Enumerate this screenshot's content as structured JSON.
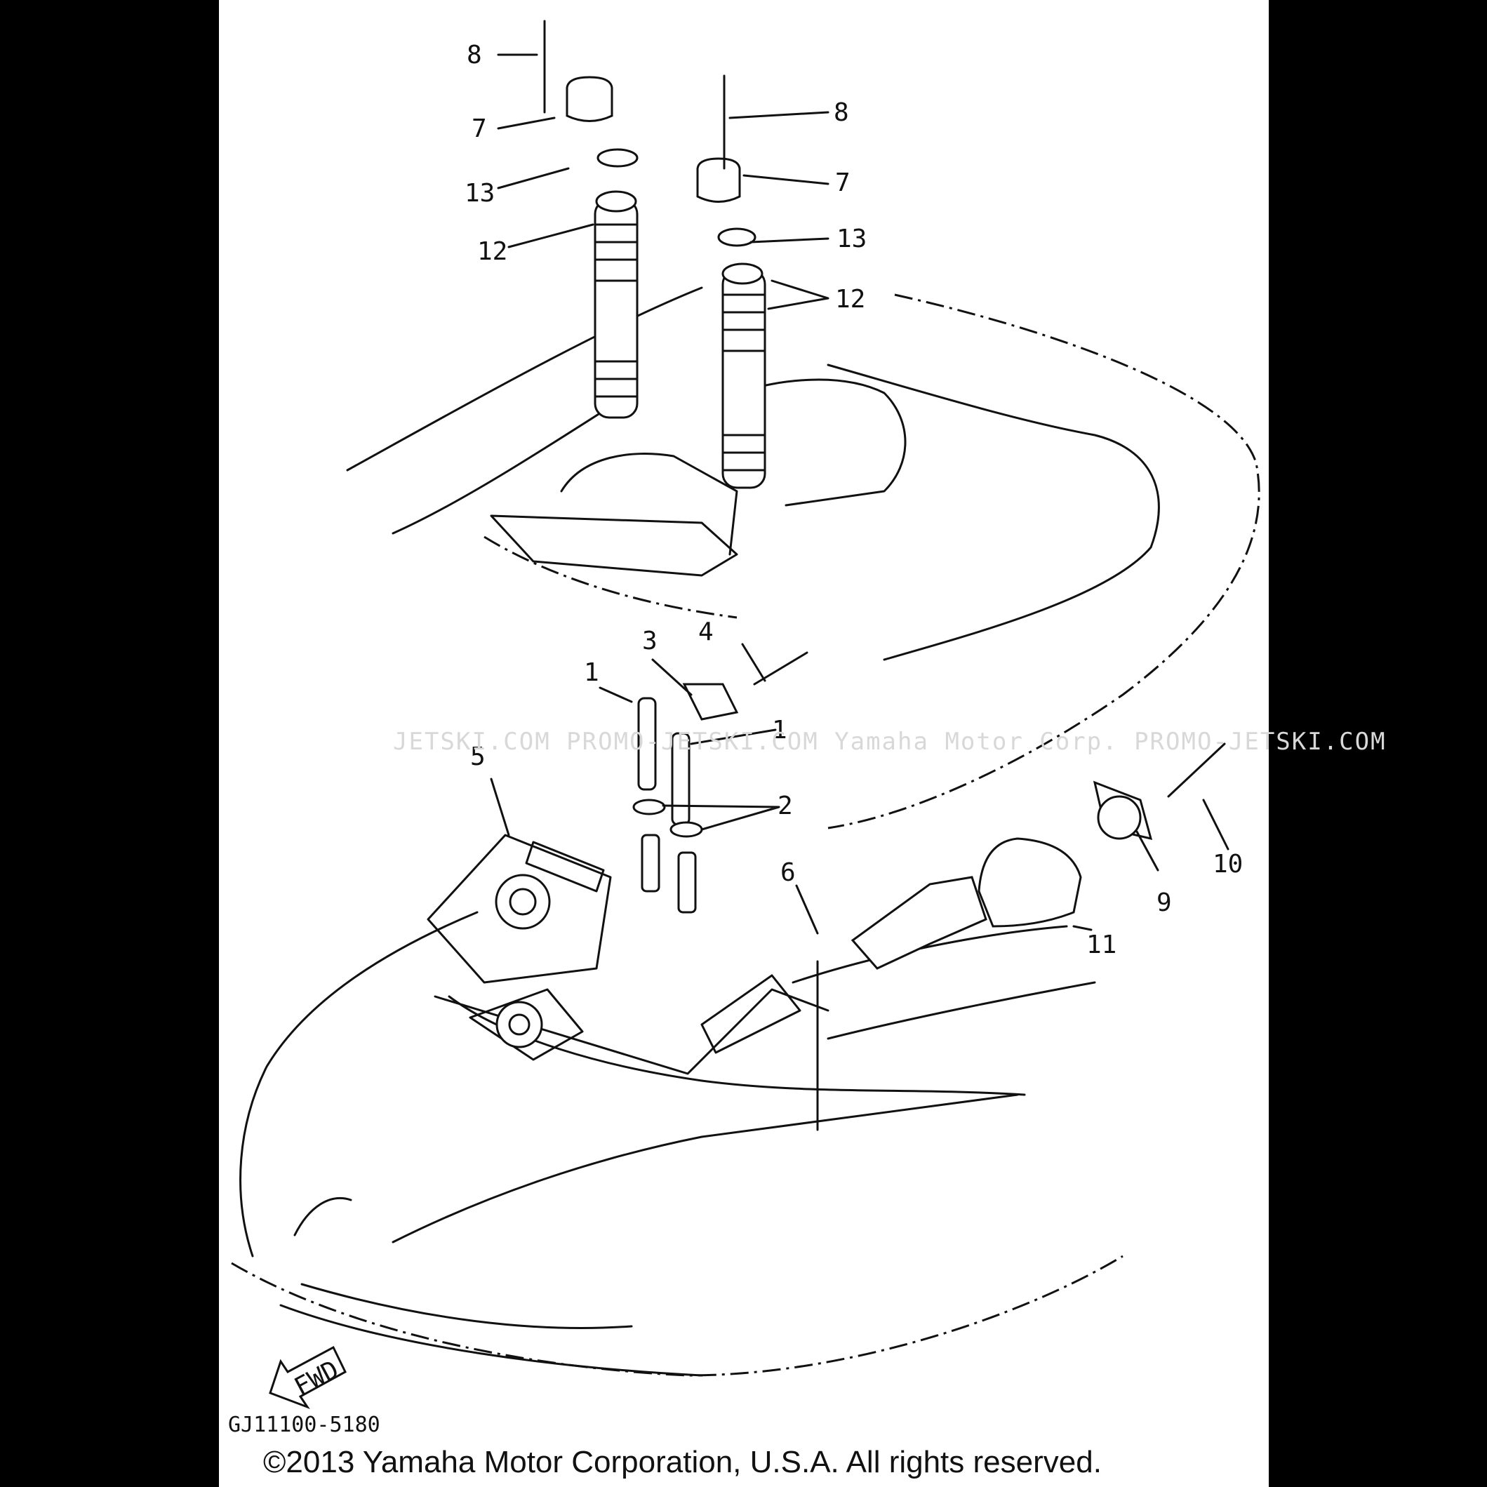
{
  "diagram": {
    "callouts": [
      "8",
      "7",
      "13",
      "12",
      "8",
      "7",
      "13",
      "12",
      "4",
      "3",
      "1",
      "1",
      "5",
      "2",
      "6",
      "11",
      "9",
      "10"
    ],
    "watermark": "JETSKI.COM   PROMO-JETSKI.COM   Yamaha Motor Corp.   PROMO-JETSKI.COM",
    "direction_label": "FWD",
    "drawing_code": "GJ11100-5180",
    "copyright": "©2013 Yamaha Motor Corporation, U.S.A. All rights reserved."
  }
}
